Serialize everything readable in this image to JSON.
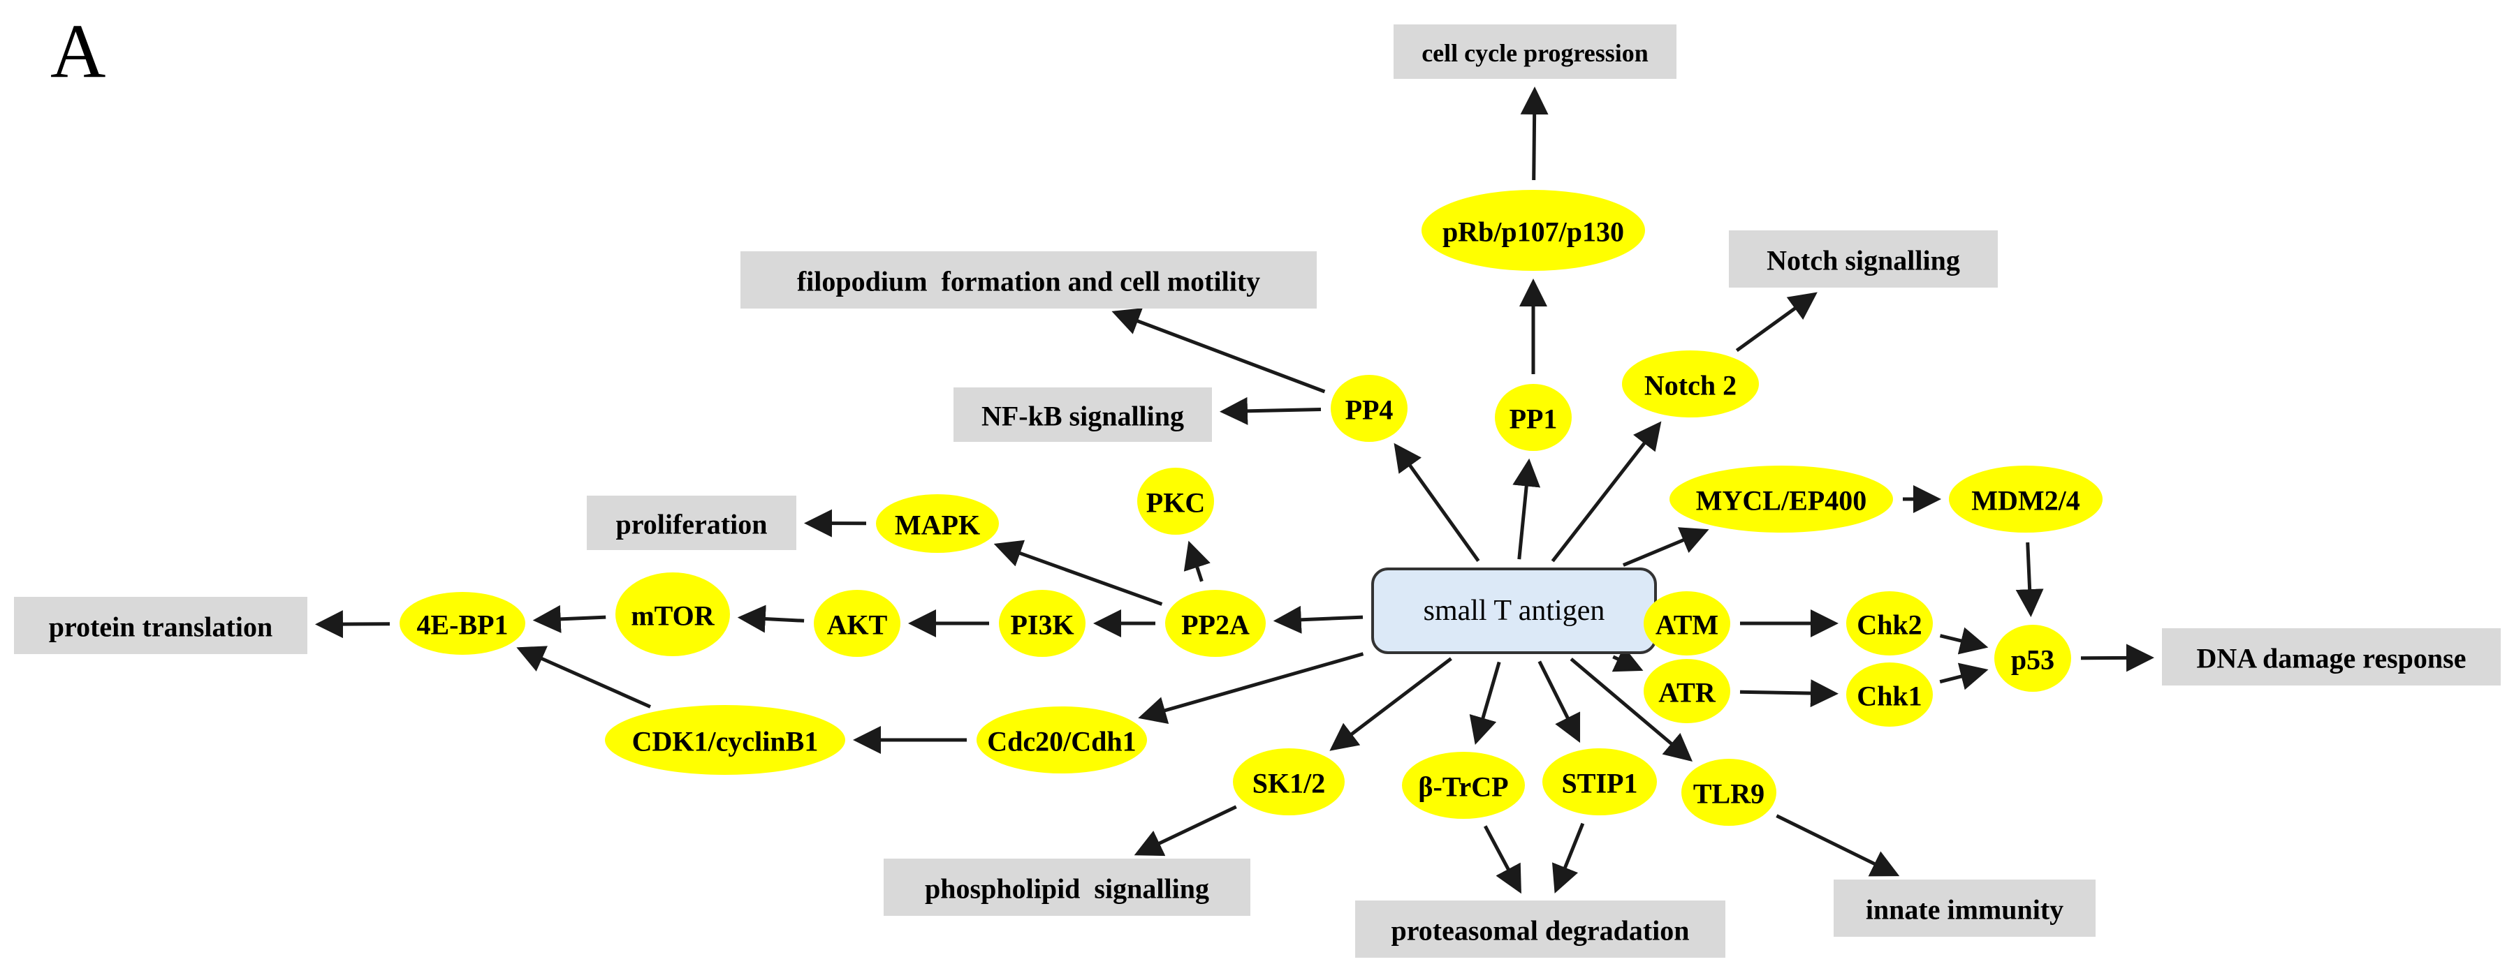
{
  "panel_label": "A",
  "colors": {
    "molecule_fill": "#ffff00",
    "outcome_fill": "#d9d9d9",
    "center_fill": "#dce9f7",
    "center_stroke": "#333333",
    "arrow": "#1a1a1a",
    "text": "#000000"
  },
  "center": {
    "id": "sta",
    "label": "small T antigen"
  },
  "molecules": [
    {
      "id": "prb",
      "label": "pRb/p107/p130"
    },
    {
      "id": "pp1",
      "label": "PP1"
    },
    {
      "id": "pp4",
      "label": "PP4"
    },
    {
      "id": "notch2",
      "label": "Notch 2"
    },
    {
      "id": "mycl",
      "label": "MYCL/EP400"
    },
    {
      "id": "mdm",
      "label": "MDM2/4"
    },
    {
      "id": "pkc",
      "label": "PKC"
    },
    {
      "id": "mapk",
      "label": "MAPK"
    },
    {
      "id": "pp2a",
      "label": "PP2A"
    },
    {
      "id": "pi3k",
      "label": "PI3K"
    },
    {
      "id": "akt",
      "label": "AKT"
    },
    {
      "id": "mtor",
      "label": "mTOR"
    },
    {
      "id": "4ebp1",
      "label": "4E-BP1"
    },
    {
      "id": "cdk1",
      "label": "CDK1/cyclinB1"
    },
    {
      "id": "cdc20",
      "label": "Cdc20/Cdh1"
    },
    {
      "id": "atm",
      "label": "ATM"
    },
    {
      "id": "chk2",
      "label": "Chk2"
    },
    {
      "id": "atr",
      "label": "ATR"
    },
    {
      "id": "chk1",
      "label": "Chk1"
    },
    {
      "id": "p53",
      "label": "p53"
    },
    {
      "id": "sk12",
      "label": "SK1/2"
    },
    {
      "id": "btrcp",
      "label": "β-TrCP"
    },
    {
      "id": "stip1",
      "label": "STIP1"
    },
    {
      "id": "tlr9",
      "label": "TLR9"
    }
  ],
  "outcomes": [
    {
      "id": "ccp",
      "label": "cell cycle progression"
    },
    {
      "id": "filo",
      "label": "filopodium  formation and cell motility"
    },
    {
      "id": "notchsig",
      "label": "Notch signalling"
    },
    {
      "id": "nfkb",
      "label": "NF-kB signalling"
    },
    {
      "id": "prolif",
      "label": "proliferation"
    },
    {
      "id": "prot",
      "label": "protein translation"
    },
    {
      "id": "dna",
      "label": "DNA damage response"
    },
    {
      "id": "phospho",
      "label": "phospholipid  signalling"
    },
    {
      "id": "proteas",
      "label": "proteasomal degradation"
    },
    {
      "id": "innate",
      "label": "innate immunity"
    }
  ],
  "edges": [
    [
      "pp1",
      "prb"
    ],
    [
      "prb",
      "ccp"
    ],
    [
      "sta",
      "pp1"
    ],
    [
      "sta",
      "pp4"
    ],
    [
      "pp4",
      "filo"
    ],
    [
      "pp4",
      "nfkb"
    ],
    [
      "sta",
      "notch2"
    ],
    [
      "notch2",
      "notchsig"
    ],
    [
      "sta",
      "mycl"
    ],
    [
      "mycl",
      "mdm"
    ],
    [
      "mdm",
      "p53"
    ],
    [
      "sta",
      "pp2a"
    ],
    [
      "pp2a",
      "pkc"
    ],
    [
      "pp2a",
      "mapk"
    ],
    [
      "mapk",
      "prolif"
    ],
    [
      "pp2a",
      "pi3k"
    ],
    [
      "pi3k",
      "akt"
    ],
    [
      "akt",
      "mtor"
    ],
    [
      "mtor",
      "4ebp1"
    ],
    [
      "4ebp1",
      "prot"
    ],
    [
      "sta",
      "cdc20"
    ],
    [
      "cdc20",
      "cdk1"
    ],
    [
      "cdk1",
      "4ebp1"
    ],
    [
      "sta",
      "atm"
    ],
    [
      "atm",
      "chk2"
    ],
    [
      "chk2",
      "p53"
    ],
    [
      "sta",
      "atr"
    ],
    [
      "atr",
      "chk1"
    ],
    [
      "chk1",
      "p53"
    ],
    [
      "p53",
      "dna"
    ],
    [
      "sta",
      "sk12"
    ],
    [
      "sk12",
      "phospho"
    ],
    [
      "sta",
      "btrcp"
    ],
    [
      "btrcp",
      "proteas"
    ],
    [
      "sta",
      "stip1"
    ],
    [
      "stip1",
      "proteas"
    ],
    [
      "sta",
      "tlr9"
    ],
    [
      "tlr9",
      "innate"
    ]
  ]
}
